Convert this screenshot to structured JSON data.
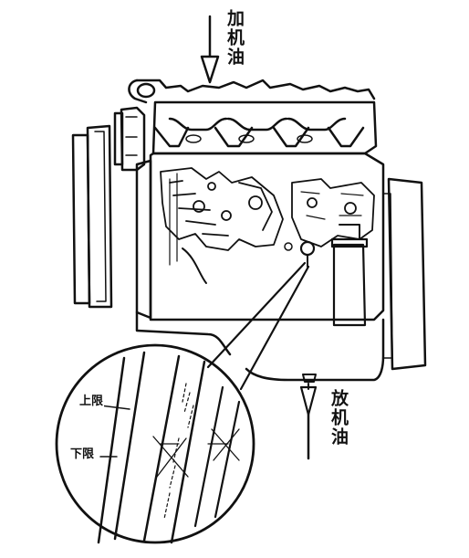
{
  "labels": {
    "add_oil": "加机油",
    "drain_oil": "放机油",
    "upper_limit": "上限",
    "lower_limit": "下限"
  }
}
